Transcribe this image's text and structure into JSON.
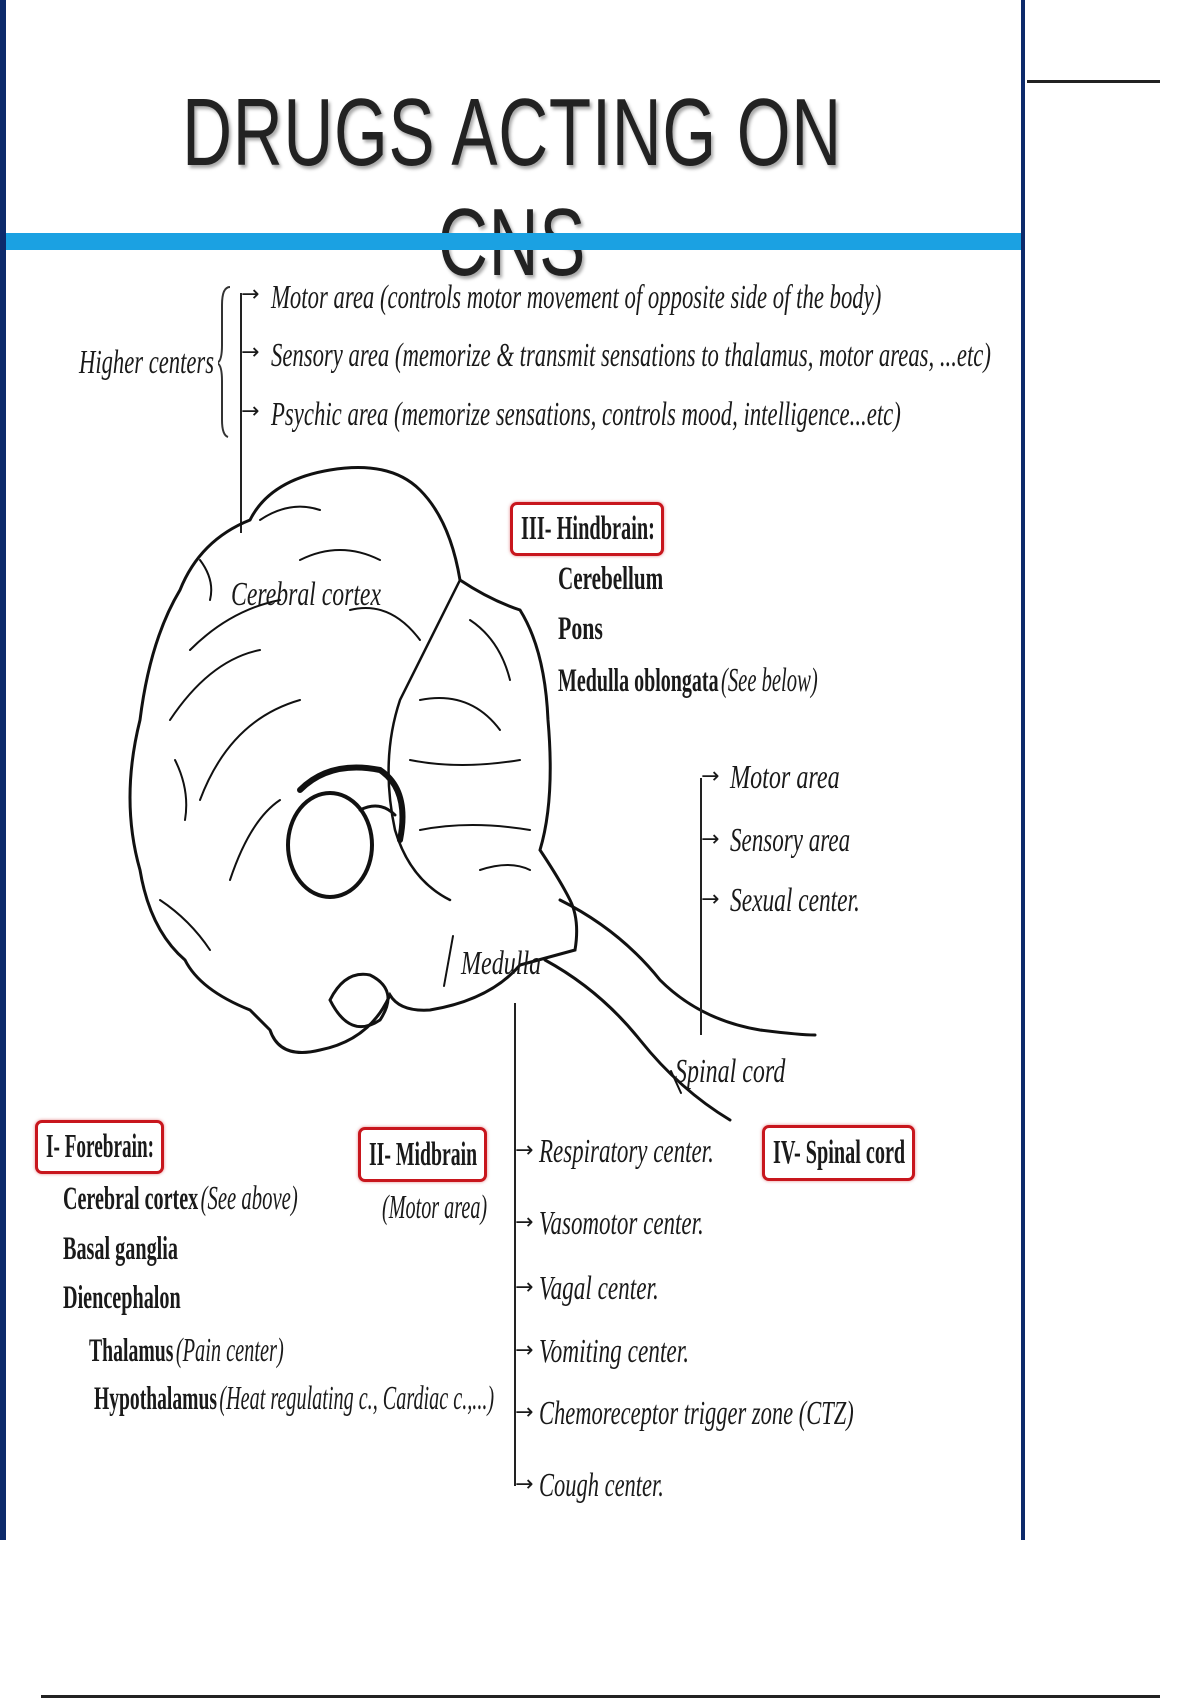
{
  "title": "DRUGS ACTING ON CNS",
  "colors": {
    "accent_bar": "#1ba1e2",
    "frame": "#0d2a6b",
    "box_border": "#c8161d"
  },
  "higher_centers": {
    "label": "Higher centers",
    "items": [
      "Motor area (controls motor movement of opposite side of the body)",
      "Sensory area (memorize & transmit sensations to thalamus, motor areas, ...etc)",
      "Psychic area (memorize sensations, controls mood, intelligence...etc)"
    ]
  },
  "brain_labels": {
    "cerebral_cortex": "Cerebral cortex",
    "medulla": "Medulla",
    "spinal_cord": "Spinal cord"
  },
  "hindbrain": {
    "heading": "III- Hindbrain:",
    "items": [
      "Cerebellum",
      "Pons"
    ],
    "medulla_oblongata": "Medulla oblongata",
    "medulla_note": "(See below)"
  },
  "spinal_areas": [
    "Motor area",
    "Sensory area",
    "Sexual center."
  ],
  "forebrain": {
    "heading": "I- Forebrain:",
    "cerebral_cortex": "Cerebral cortex",
    "cerebral_cortex_note": "(See above)",
    "basal_ganglia": "Basal ganglia",
    "diencephalon": "Diencephalon",
    "thalamus": "Thalamus",
    "thalamus_note": "(Pain center)",
    "hypothalamus": "Hypothalamus",
    "hypothalamus_note": "(Heat regulating c., Cardiac c.,...)"
  },
  "midbrain": {
    "heading": "II- Midbrain",
    "note": "(Motor area)"
  },
  "spinal_cord": {
    "heading": "IV- Spinal cord"
  },
  "medulla_centers": [
    "Respiratory center.",
    "Vasomotor center.",
    "Vagal center.",
    "Vomiting center.",
    "Chemoreceptor trigger zone (CTZ)",
    "Cough center."
  ]
}
